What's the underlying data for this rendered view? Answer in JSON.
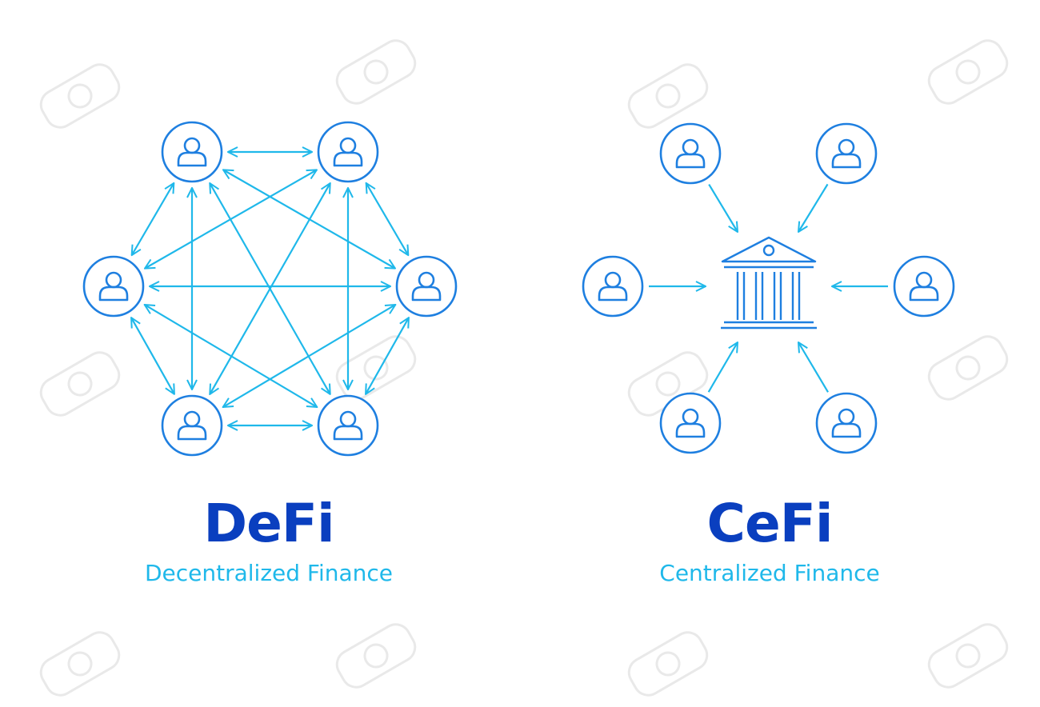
{
  "colors": {
    "node": "#1e7fe0",
    "arrow": "#1fb8ea",
    "title": "#0a3fbf",
    "subtitle": "#1fb8ea",
    "watermark": "#e9e9e9"
  },
  "defi": {
    "title": "DeFi",
    "subtitle": "Decentralized Finance",
    "nodes": [
      {
        "icon": "user-icon"
      },
      {
        "icon": "user-icon"
      },
      {
        "icon": "user-icon"
      },
      {
        "icon": "user-icon"
      },
      {
        "icon": "user-icon"
      },
      {
        "icon": "user-icon"
      }
    ],
    "connection": "bidirectional-arrows-all-pairs"
  },
  "cefi": {
    "title": "CeFi",
    "subtitle": "Centralized Finance",
    "center_icon": "bank-icon",
    "nodes": [
      {
        "icon": "user-icon"
      },
      {
        "icon": "user-icon"
      },
      {
        "icon": "user-icon"
      },
      {
        "icon": "user-icon"
      },
      {
        "icon": "user-icon"
      },
      {
        "icon": "user-icon"
      }
    ],
    "connection": "arrows-toward-center"
  }
}
